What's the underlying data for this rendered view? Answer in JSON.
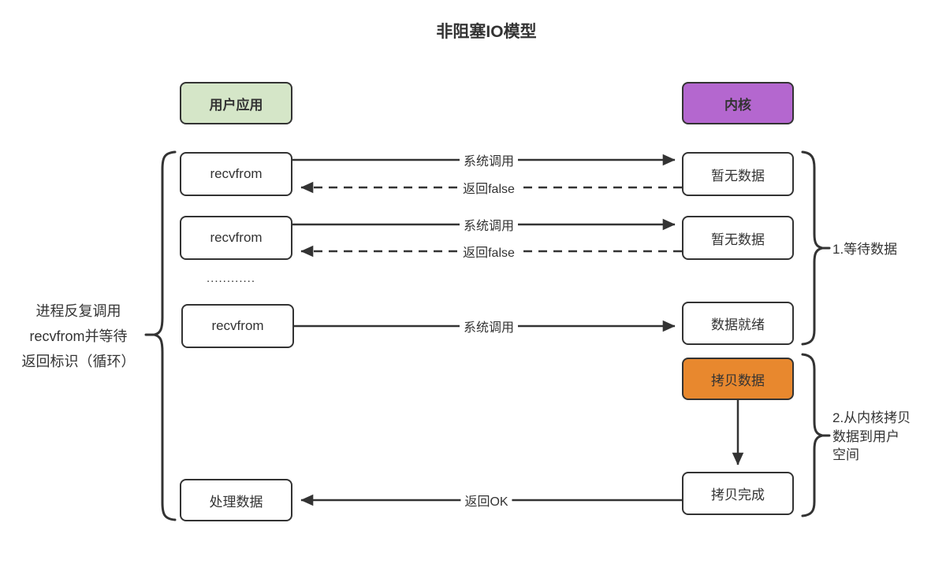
{
  "title": "非阻塞IO模型",
  "nodes": {
    "user_app": "用户应用",
    "kernel": "内核",
    "recvfrom1": "recvfrom",
    "recvfrom2": "recvfrom",
    "recvfrom3": "recvfrom",
    "no_data1": "暂无数据",
    "no_data2": "暂无数据",
    "data_ready": "数据就绪",
    "copy_data": "拷贝数据",
    "process_data": "处理数据",
    "copy_done": "拷贝完成"
  },
  "edges": {
    "syscall1": "系统调用",
    "return_false1": "返回false",
    "syscall2": "系统调用",
    "return_false2": "返回false",
    "syscall3": "系统调用",
    "return_ok": "返回OK"
  },
  "annotations": {
    "ellipsis": "............",
    "left_note_line1": "进程反复调用",
    "left_note_line2": "recvfrom并等待",
    "left_note_line3": "返回标识（循环）",
    "bracket1_label": "1.等待数据",
    "bracket2_line1": "2.从内核拷贝",
    "bracket2_line2": "数据到用户",
    "bracket2_line3": "空间"
  },
  "colors": {
    "user_app_fill": "#d5e6c8",
    "kernel_fill": "#b467cf",
    "copy_data_fill": "#e8882e",
    "line": "#333333",
    "background": "#ffffff"
  }
}
